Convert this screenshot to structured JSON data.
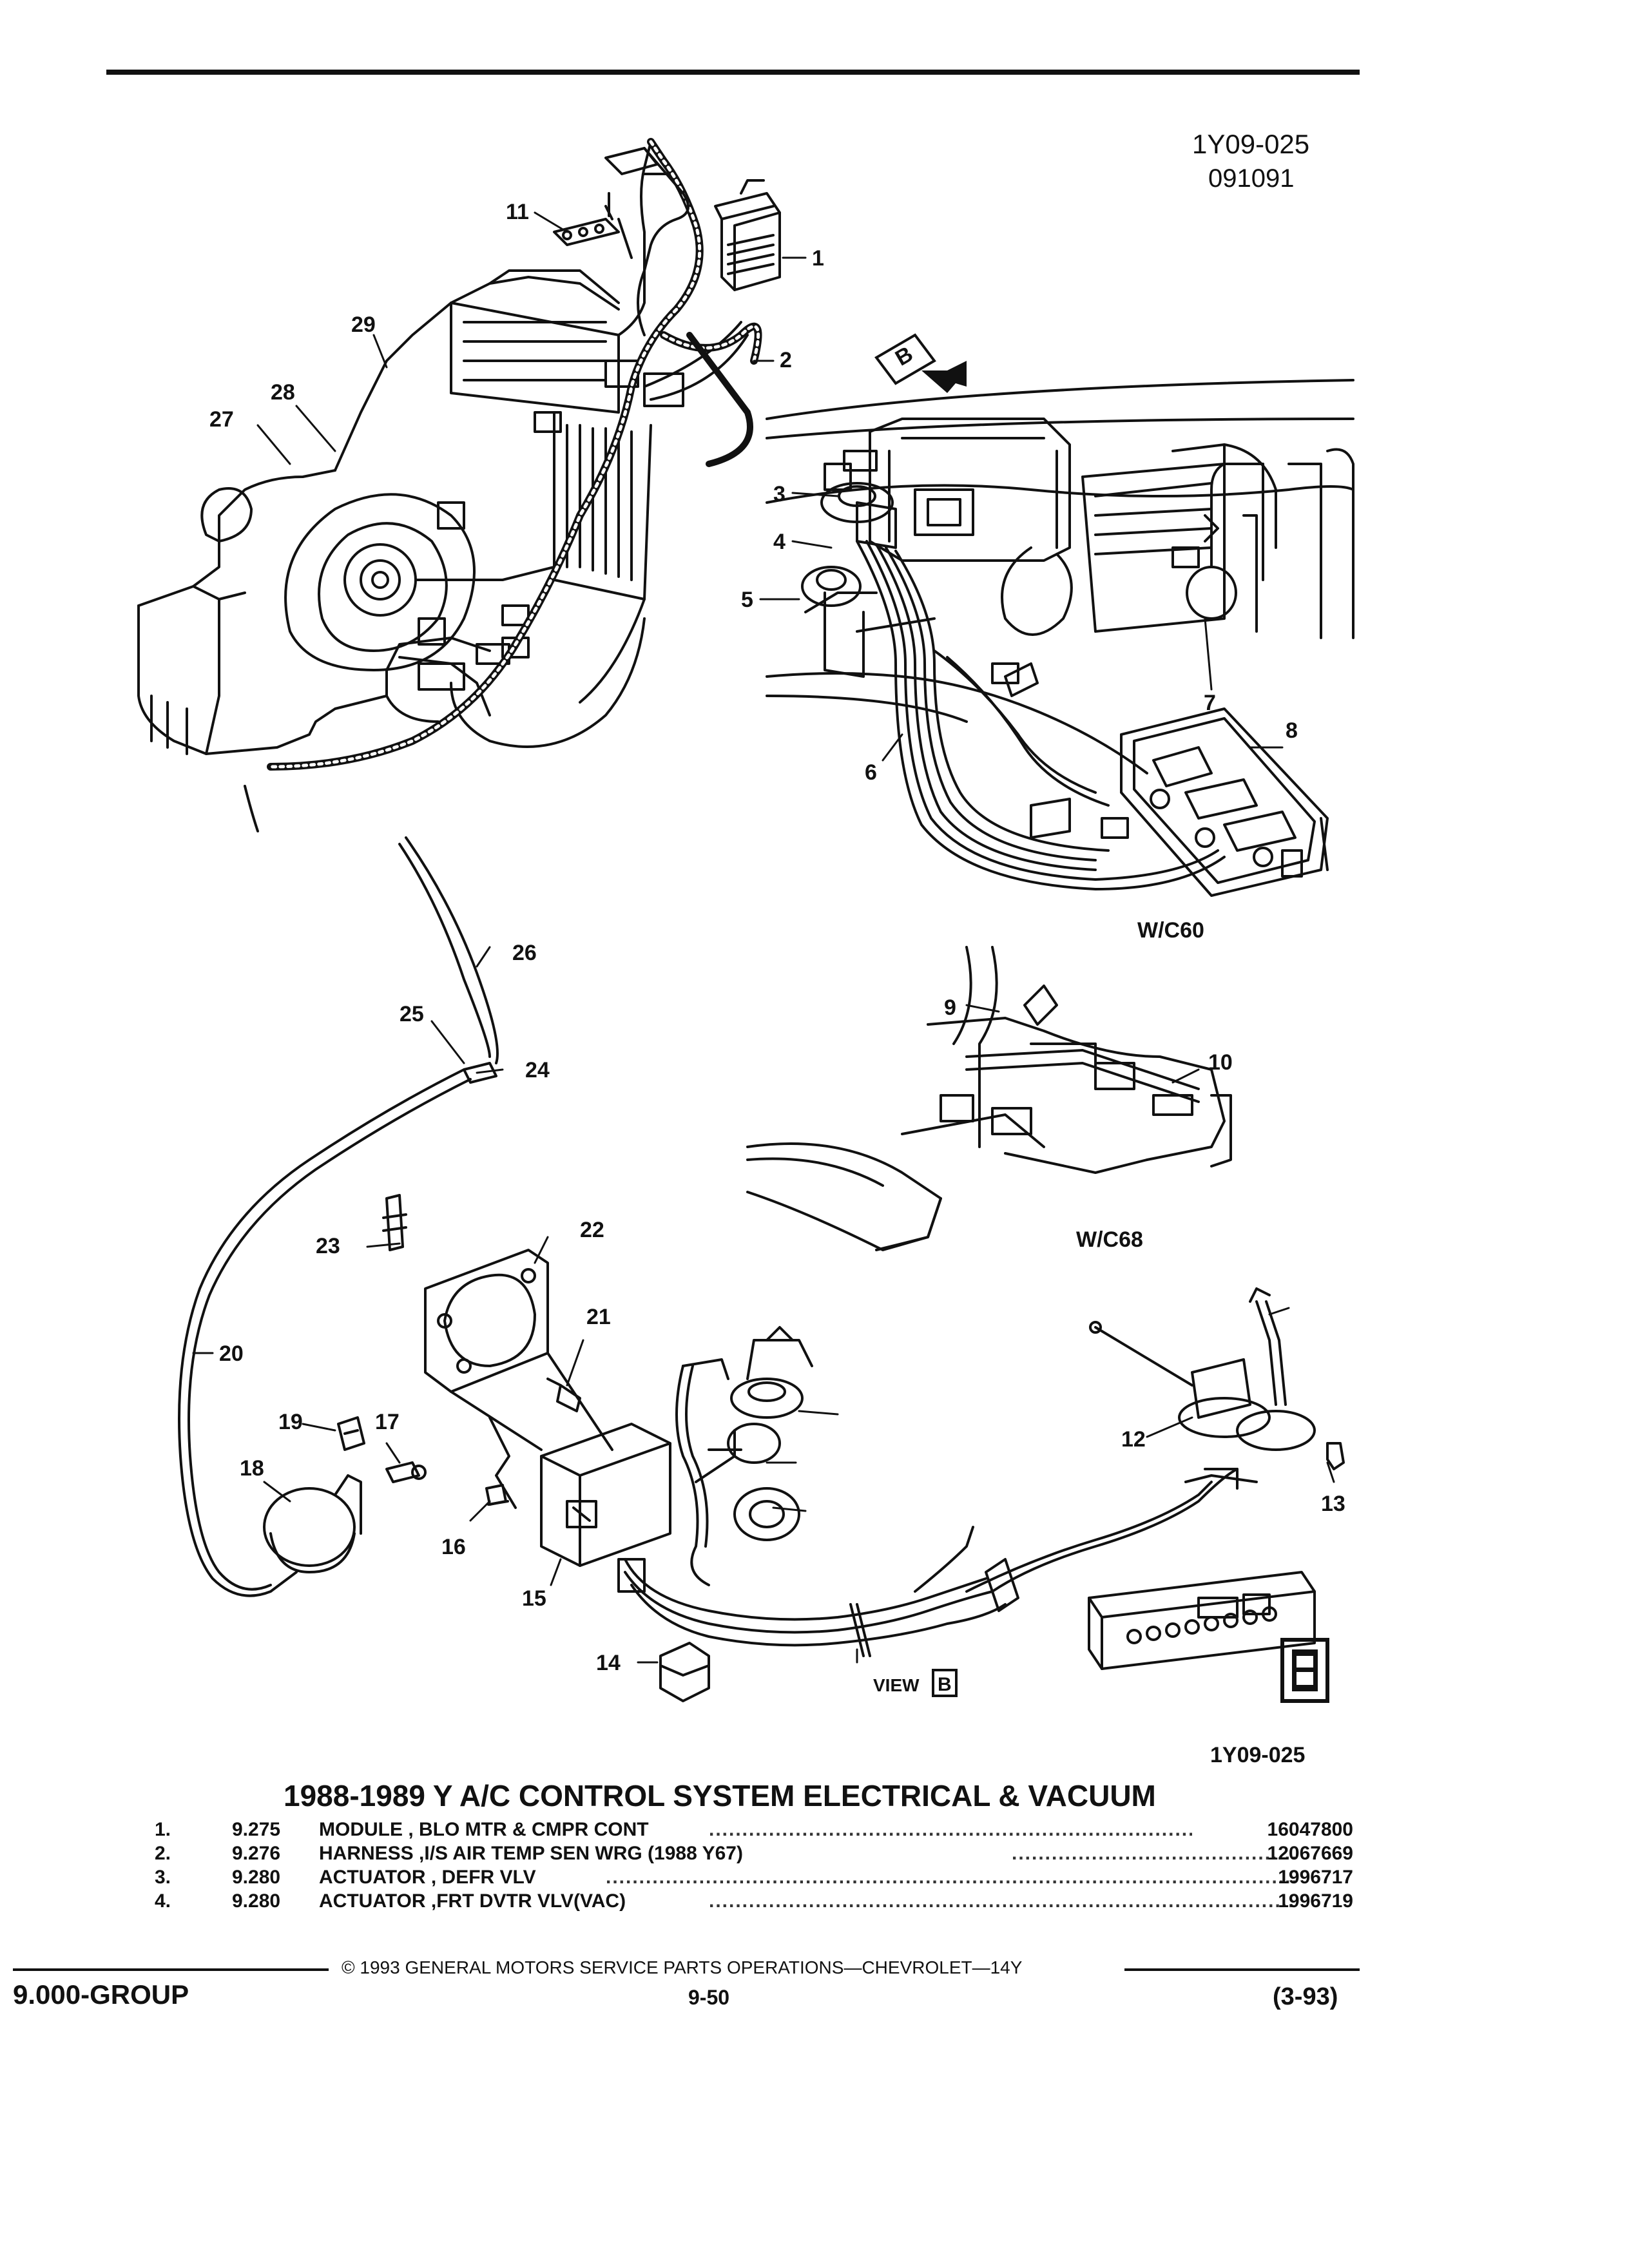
{
  "header": {
    "illustration_code": "1Y09-025",
    "date_code": "091091"
  },
  "callouts": [
    "1",
    "2",
    "3",
    "4",
    "5",
    "6",
    "7",
    "8",
    "9",
    "10",
    "11",
    "12",
    "13",
    "14",
    "15",
    "16",
    "17",
    "18",
    "19",
    "20",
    "21",
    "22",
    "23",
    "24",
    "25",
    "26",
    "27",
    "28",
    "29"
  ],
  "view_labels": {
    "view_b_arrow_letter": "B",
    "w_c60": "W/C60",
    "w_c68": "W/C68",
    "view_b_text": "VIEW",
    "view_b_box": "B"
  },
  "caption_code": "1Y09-025",
  "title": "1988-1989 Y A/C CONTROL SYSTEM ELECTRICAL & VACUUM",
  "parts": [
    {
      "num": "1.",
      "code": "9.275",
      "desc": "MODULE , BLO MTR & CMPR CONT",
      "part_no": "16047800"
    },
    {
      "num": "2.",
      "code": "9.276",
      "desc": "HARNESS ,I/S AIR TEMP SEN WRG (1988 Y67)",
      "part_no": "12067669"
    },
    {
      "num": "3.",
      "code": "9.280",
      "desc": "ACTUATOR , DEFR VLV",
      "part_no": "1996717"
    },
    {
      "num": "4.",
      "code": "9.280",
      "desc": "ACTUATOR ,FRT DVTR VLV(VAC)",
      "part_no": "1996719"
    }
  ],
  "footer": {
    "copyright": "© 1993 GENERAL MOTORS SERVICE PARTS OPERATIONS—CHEVROLET—14Y",
    "group": "9.000-GROUP",
    "page": "9-50",
    "revision": "(3-93)"
  }
}
